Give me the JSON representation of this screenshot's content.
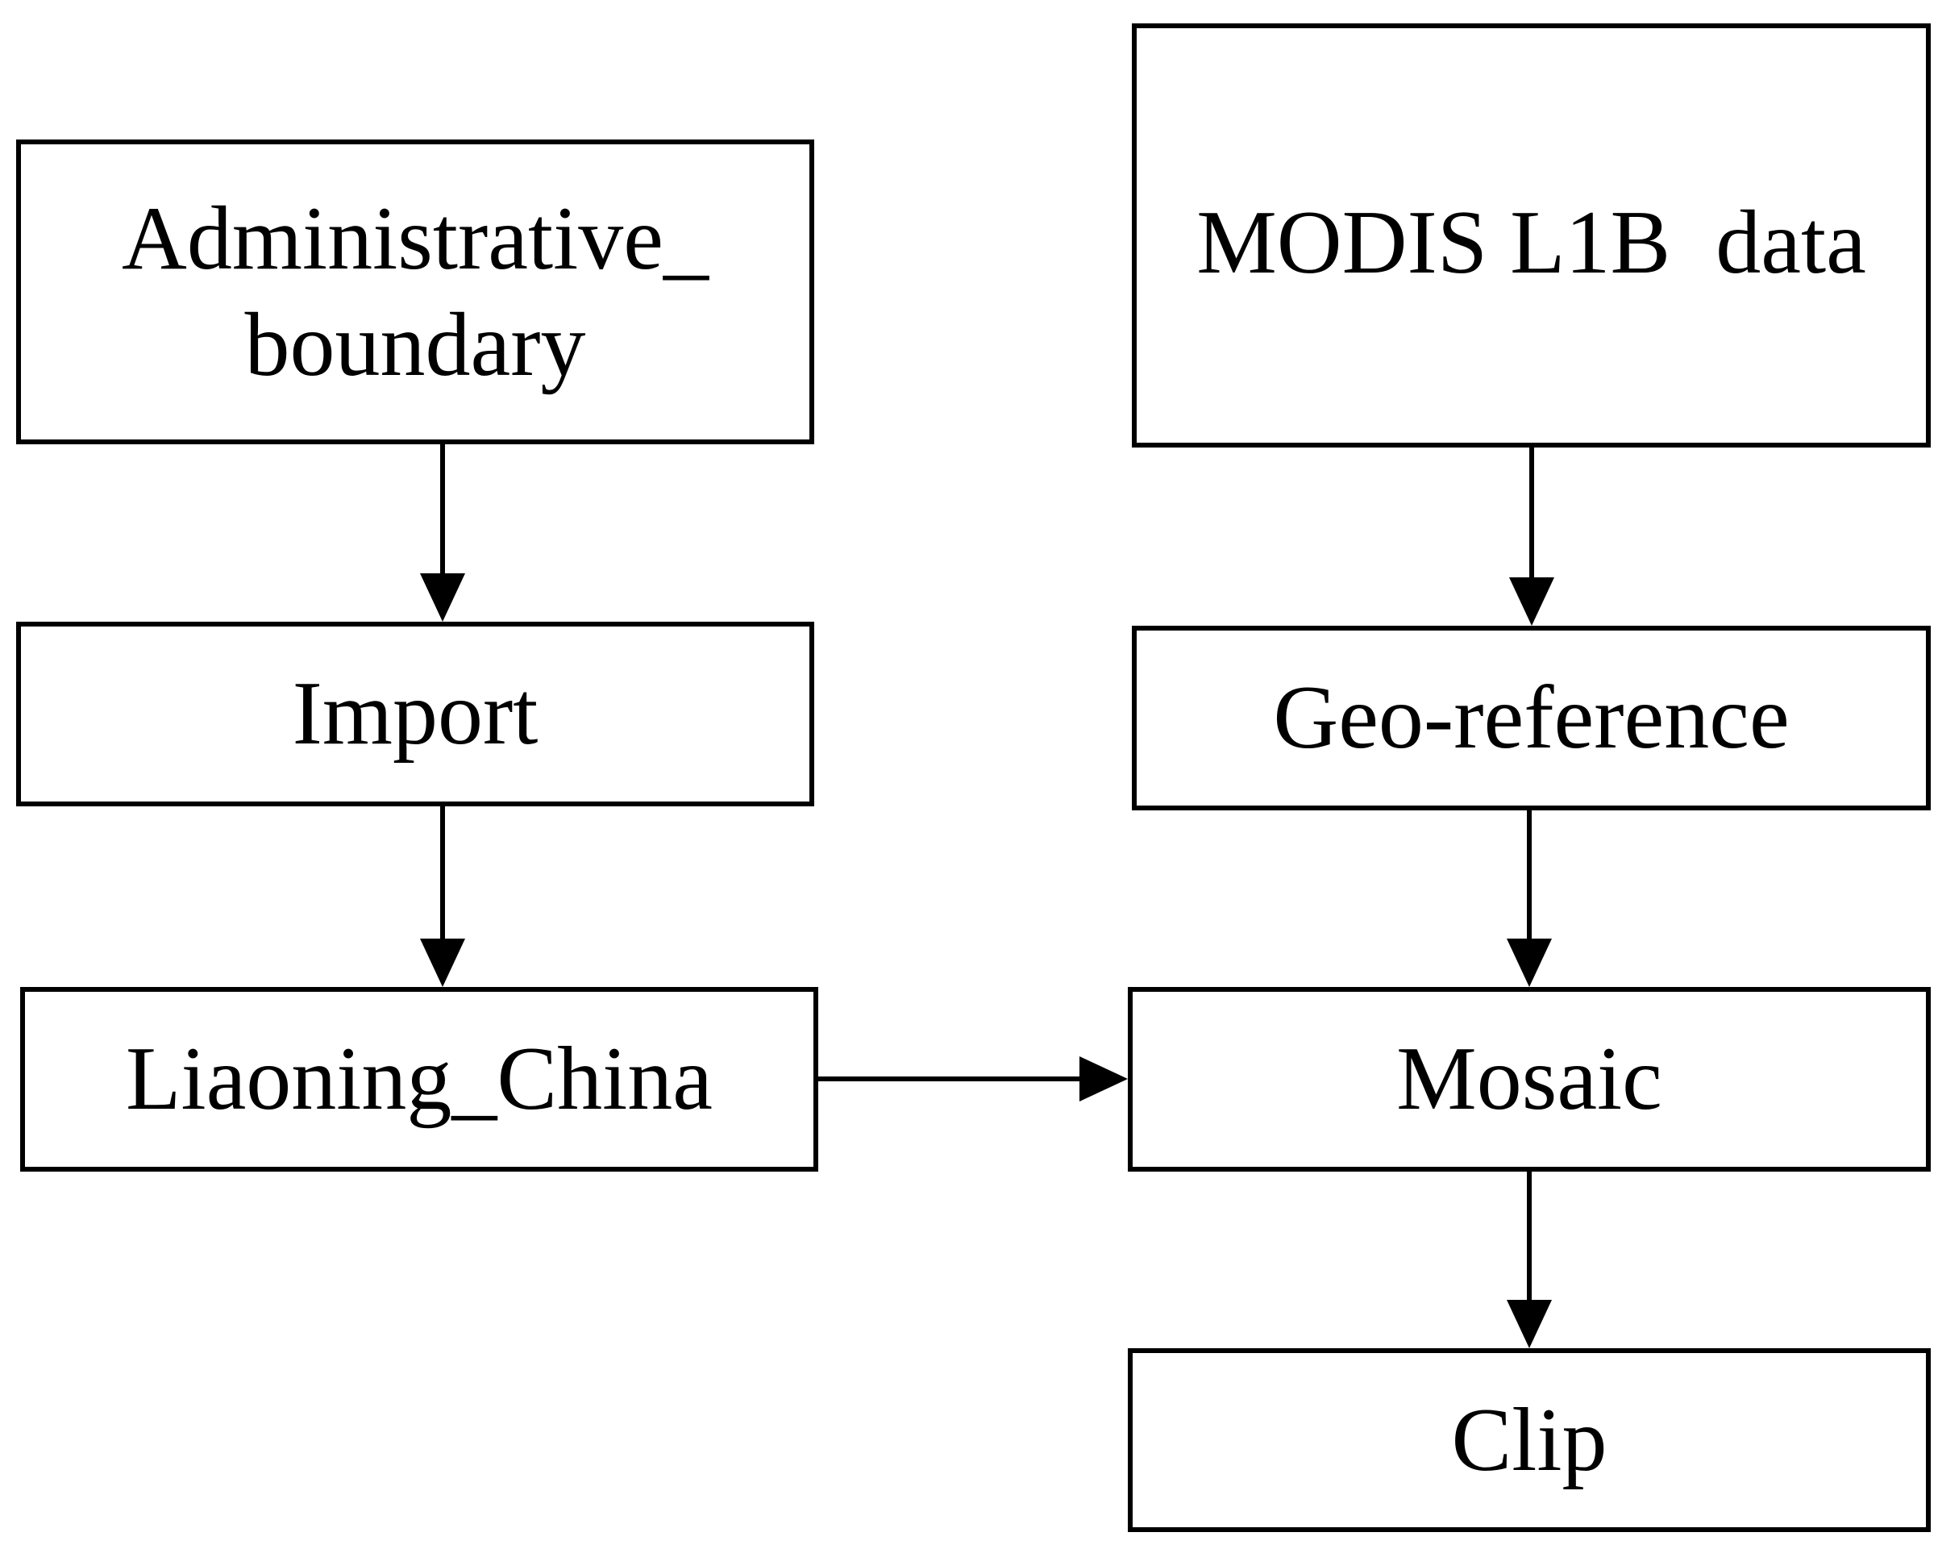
{
  "nodes": {
    "administrative_boundary": "Administrative_\nboundary",
    "import": "Import",
    "liaoning_china": "Liaoning_China",
    "modis_l1b_data": "MODIS L1B  data",
    "geo_reference": "Geo-reference",
    "mosaic": "Mosaic",
    "clip": "Clip"
  },
  "edges": [
    {
      "from": "administrative_boundary",
      "to": "import"
    },
    {
      "from": "import",
      "to": "liaoning_china"
    },
    {
      "from": "liaoning_china",
      "to": "mosaic"
    },
    {
      "from": "modis_l1b_data",
      "to": "geo_reference"
    },
    {
      "from": "geo_reference",
      "to": "mosaic"
    },
    {
      "from": "mosaic",
      "to": "clip"
    }
  ]
}
